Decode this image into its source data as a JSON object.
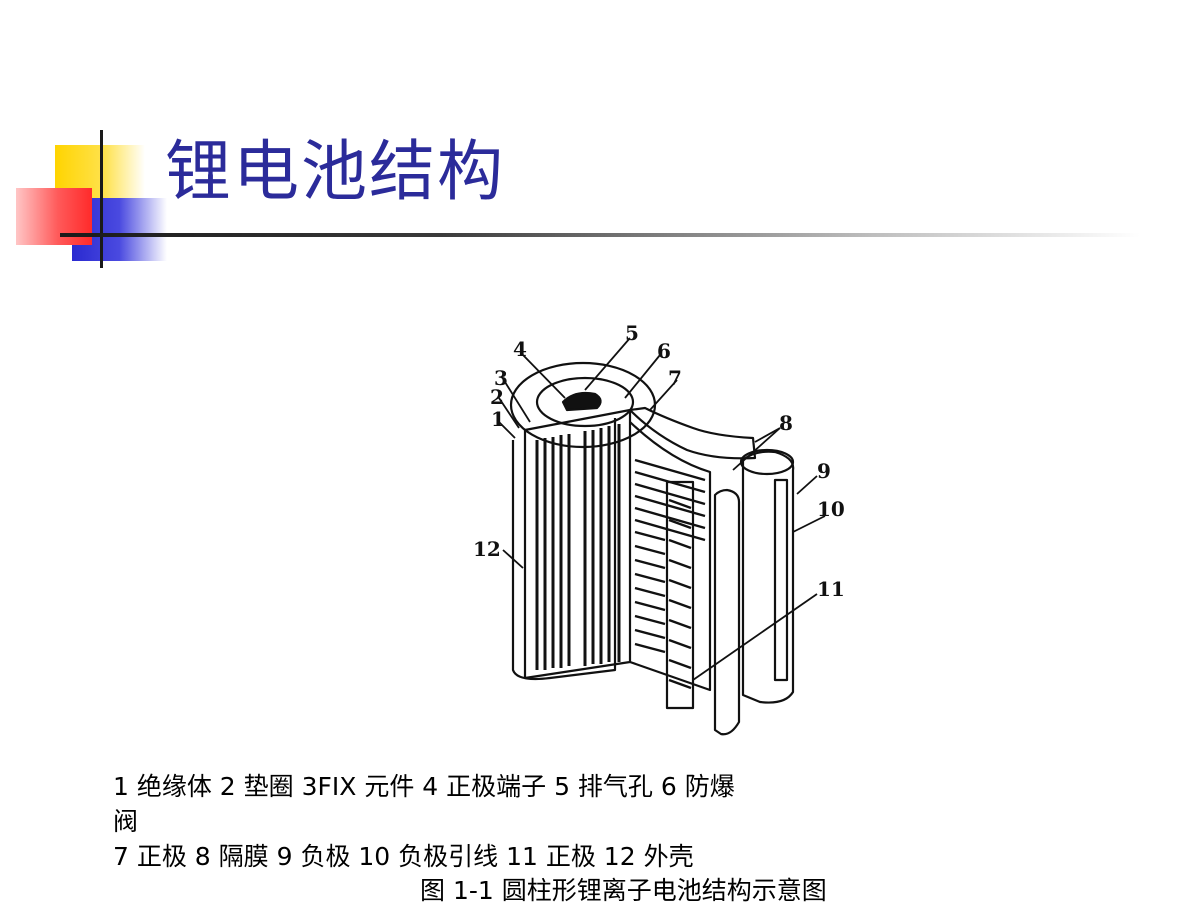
{
  "slide": {
    "title": "锂电池结构"
  },
  "figure": {
    "labels": [
      "1",
      "2",
      "3",
      "4",
      "5",
      "6",
      "7",
      "8",
      "9",
      "10",
      "11",
      "12"
    ]
  },
  "legend": {
    "line1": "1 绝缘体   2 垫圈   3FIX 元件   4 正极端子   5 排气孔   6  防爆",
    "line2": "阀",
    "line3": "7 正极   8  隔膜   9  负极   10  负极引线   11 正极   12 外壳"
  },
  "caption": "图 1-1 圆柱形锂离子电池结构示意图"
}
